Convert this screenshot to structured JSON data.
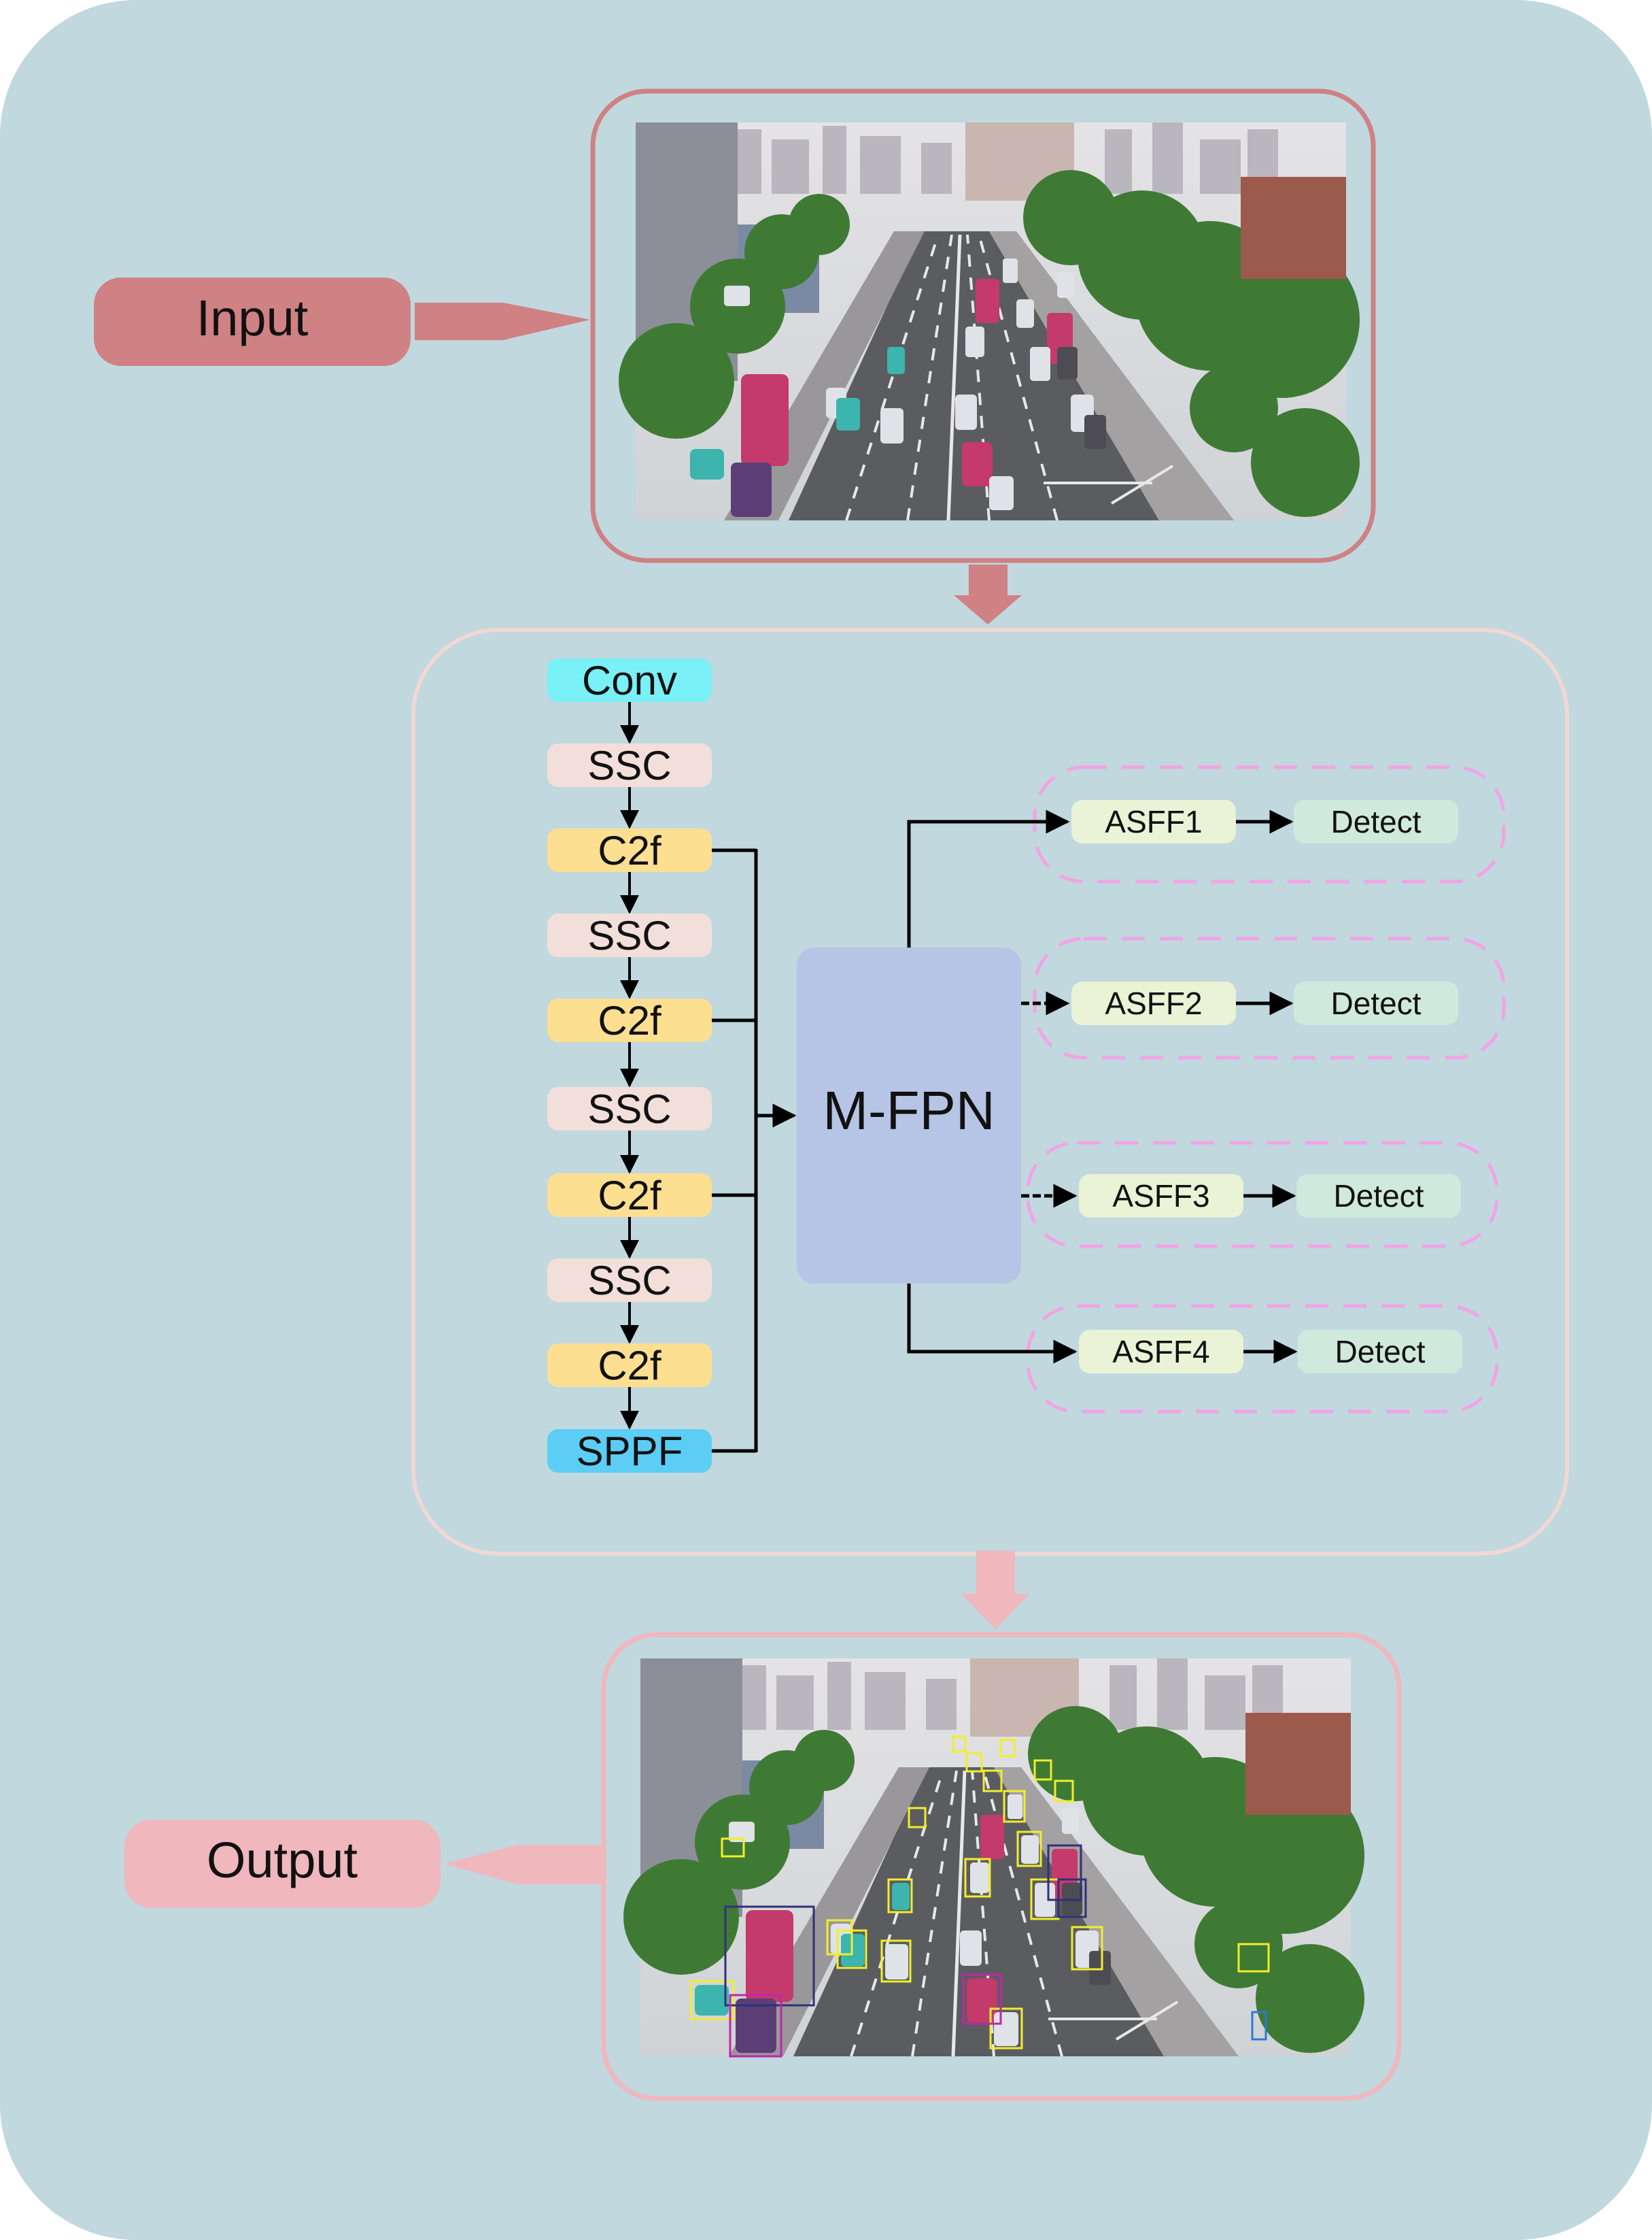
{
  "input": {
    "label": "Input"
  },
  "output": {
    "label": "Output"
  },
  "backbone": {
    "layers": [
      {
        "label": "Conv",
        "color": "#79f1f6"
      },
      {
        "label": "SSC",
        "color": "#f3dfda"
      },
      {
        "label": "C2f",
        "color": "#fddf92"
      },
      {
        "label": "SSC",
        "color": "#f3dfda"
      },
      {
        "label": "C2f",
        "color": "#fddf92"
      },
      {
        "label": "SSC",
        "color": "#f3dfda"
      },
      {
        "label": "C2f",
        "color": "#fddf92"
      },
      {
        "label": "SSC",
        "color": "#f3dfda"
      },
      {
        "label": "C2f",
        "color": "#fddf92"
      },
      {
        "label": "SPPF",
        "color": "#5ccdf5"
      }
    ]
  },
  "neck": {
    "label": "M-FPN",
    "color": "#b6c5e6"
  },
  "heads": [
    {
      "asff": "ASFF1",
      "detect": "Detect"
    },
    {
      "asff": "ASFF2",
      "detect": "Detect"
    },
    {
      "asff": "ASFF3",
      "detect": "Detect"
    },
    {
      "asff": "ASFF4",
      "detect": "Detect"
    }
  ],
  "colors": {
    "background": "#c0d8de",
    "input_accent": "#cf8184",
    "output_accent": "#f0b7bd",
    "asff_fill": "#eaf3d6",
    "detect_fill": "#cfe9dc",
    "head_border": "#f2a3e6"
  }
}
